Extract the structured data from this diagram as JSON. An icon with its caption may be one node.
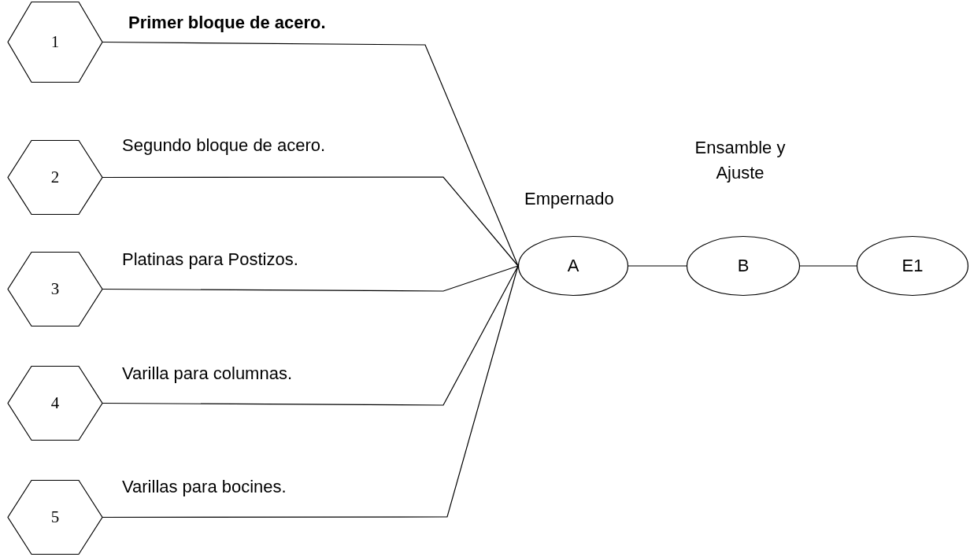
{
  "diagram": {
    "nodes": [
      {
        "text": [
          "1"
        ],
        "beside": [
          "Primer bloque de acero."
        ]
      },
      {
        "text": [
          "2"
        ],
        "beside": [
          "Segundo bloque de acero."
        ]
      },
      {
        "text": [
          "3"
        ],
        "beside": [
          "Platinas para Postizos."
        ]
      },
      {
        "text": [
          "4"
        ],
        "beside": [
          "Varilla para columnas."
        ]
      },
      {
        "text": [
          "5"
        ],
        "beside": [
          "Varillas para bocines."
        ]
      },
      {
        "text": [
          "A"
        ],
        "beside": [
          "Empernado"
        ]
      },
      {
        "text": [
          "B"
        ],
        "beside": [
          "Ensamble y Ajuste"
        ]
      },
      {
        "text": [
          "E1"
        ]
      }
    ],
    "edges": [
      {
        "from": 0,
        "to": 5,
        "arrow": "none"
      },
      {
        "from": 1,
        "to": 5,
        "arrow": "none"
      },
      {
        "from": 2,
        "to": 5,
        "arrow": "none"
      },
      {
        "from": 3,
        "to": 5,
        "arrow": "none"
      },
      {
        "from": 4,
        "to": 5,
        "arrow": "none"
      },
      {
        "from": 5,
        "to": 6,
        "arrow": "none"
      },
      {
        "from": 6,
        "to": 7,
        "arrow": "none"
      }
    ]
  }
}
